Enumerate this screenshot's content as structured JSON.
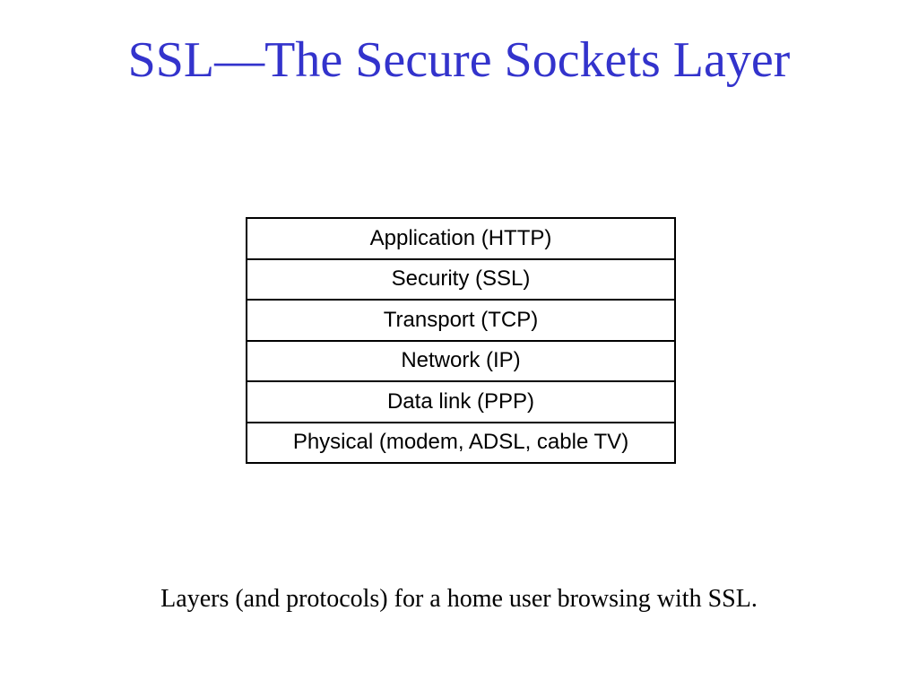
{
  "slide": {
    "title": "SSL—The Secure Sockets Layer",
    "caption": "Layers (and protocols) for a home user browsing with SSL."
  },
  "layers": [
    "Application (HTTP)",
    "Security (SSL)",
    "Transport (TCP)",
    "Network (IP)",
    "Data link (PPP)",
    "Physical (modem, ADSL, cable TV)"
  ],
  "colors": {
    "title": "#3333cc",
    "text": "#000000",
    "background": "#ffffff",
    "border": "#000000"
  }
}
